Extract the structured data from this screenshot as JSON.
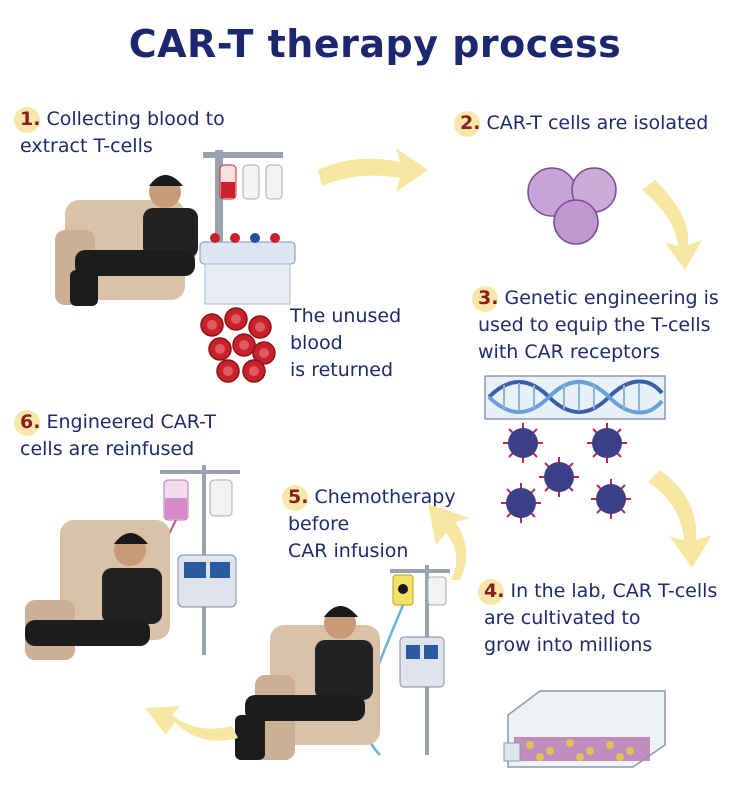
{
  "title": "CAR-T therapy process",
  "steps": [
    {
      "num": "1.",
      "lines": [
        "Collecting blood to",
        "extract T-cells"
      ]
    },
    {
      "num": "2.",
      "lines": [
        "CAR-T cells are isolated"
      ]
    },
    {
      "num": "3.",
      "lines": [
        "Genetic engineering is",
        "used to equip the T-cells",
        "with CAR receptors"
      ]
    },
    {
      "num": "4.",
      "lines": [
        "In the lab, CAR T-cells",
        "are cultivated to",
        "grow into millions"
      ]
    },
    {
      "num": "5.",
      "lines": [
        "Chemotherapy",
        "before",
        "CAR infusion"
      ]
    },
    {
      "num": "6.",
      "lines": [
        "Engineered CAR-T",
        "cells are reinfused"
      ]
    }
  ],
  "returned_note": [
    "The unused",
    "blood",
    "is returned"
  ],
  "colors": {
    "title": "#1c2770",
    "text": "#1f2a6b",
    "number": "#8a1d1d",
    "number_badge": "#f8e7a8",
    "arrow": "#f7e7a3",
    "cell": "#c7a3d8",
    "blood_cell": "#c8232c",
    "virus": "#3a3f86",
    "virus_spike": "#c1245a",
    "dna": "#3a5fa8"
  }
}
